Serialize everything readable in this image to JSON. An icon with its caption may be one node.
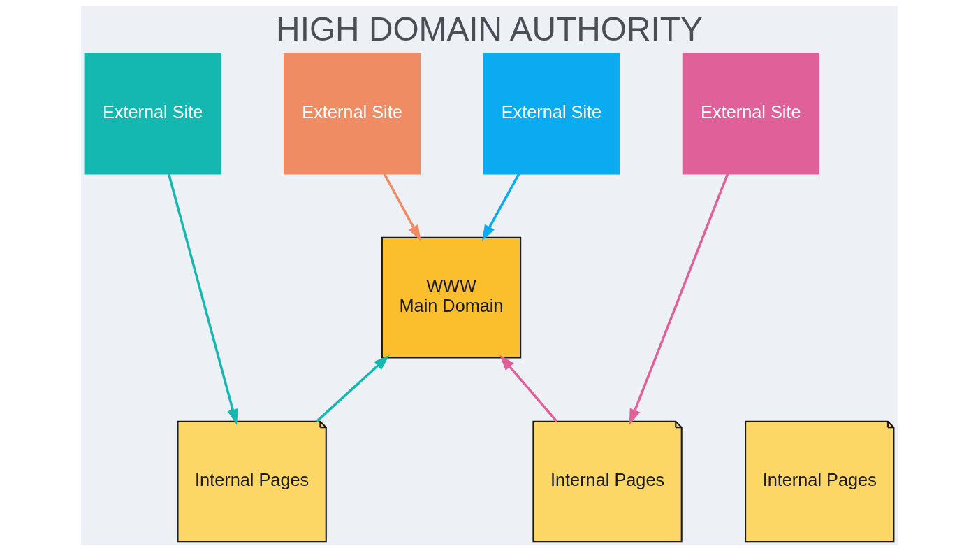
{
  "diagram": {
    "title": "HIGH DOMAIN AUTHORITY",
    "nodes": [
      {
        "text": [
          "External Site"
        ]
      },
      {
        "text": [
          "External Site"
        ]
      },
      {
        "text": [
          "External Site"
        ]
      },
      {
        "text": [
          "External Site"
        ]
      },
      {
        "text": [
          "WWW",
          "Main Domain"
        ]
      },
      {
        "text": [
          "Internal Pages"
        ]
      },
      {
        "text": [
          "Internal Pages"
        ]
      },
      {
        "text": [
          "Internal Pages"
        ]
      }
    ],
    "edges": [
      {
        "from": 0,
        "to": 5,
        "arrow": "to",
        "color": "#14b8b0"
      },
      {
        "from": 5,
        "to": 4,
        "arrow": "to",
        "color": "#14b8b0"
      },
      {
        "from": 1,
        "to": 4,
        "arrow": "to",
        "color": "#0aabf0"
      },
      {
        "from": 2,
        "to": 4,
        "arrow": "to",
        "color": "#f08c64"
      },
      {
        "from": 3,
        "to": 7,
        "arrow": "to",
        "color": "#e0609a"
      },
      {
        "from": 7,
        "to": 4,
        "arrow": "to",
        "color": "#e0609a"
      }
    ]
  }
}
